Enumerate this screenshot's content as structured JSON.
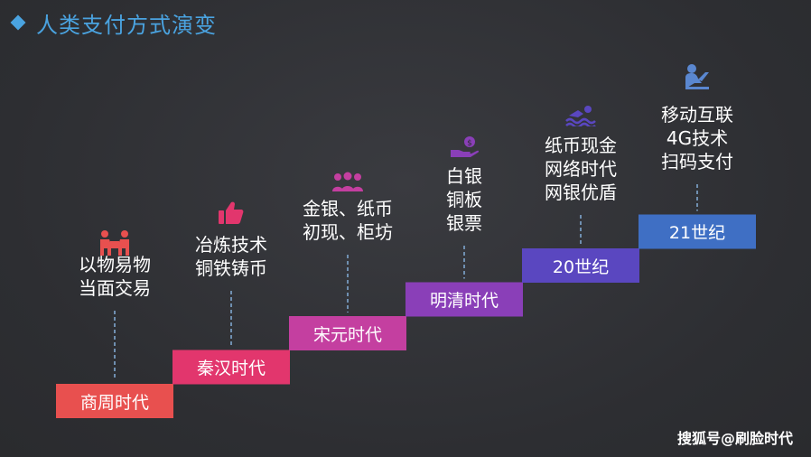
{
  "header": {
    "title": "人类支付方式演变"
  },
  "colors": {
    "title": "#4aa3e0",
    "background": "#2e2f33",
    "dashed_line": "#6f8fb0"
  },
  "steps": [
    {
      "label": "商周时代",
      "color": "#e8504f",
      "shade": "#b93b3a",
      "lines": [
        "以物易物",
        "当面交易"
      ],
      "icon": "people-trade-icon",
      "icon_color": "#e8504f"
    },
    {
      "label": "秦汉时代",
      "color": "#e2366d",
      "shade": "#b52957",
      "lines": [
        "冶炼技术",
        "铜铁铸币"
      ],
      "icon": "thumbs-up-icon",
      "icon_color": "#e2366d"
    },
    {
      "label": "宋元时代",
      "color": "#c43fa0",
      "shade": "#9b327e",
      "lines": [
        "金银、纸币",
        "初现、柜坊"
      ],
      "icon": "group-icon",
      "icon_color": "#c43fa0"
    },
    {
      "label": "明清时代",
      "color": "#8a3fb8",
      "shade": "#6c3190",
      "lines": [
        "白银",
        "铜板",
        "银票"
      ],
      "icon": "money-hand-icon",
      "icon_color": "#8a3fb8"
    },
    {
      "label": "20世纪",
      "color": "#5a47c0",
      "shade": "#45379a",
      "lines": [
        "纸币现金",
        "网络时代",
        "网银优盾"
      ],
      "icon": "swimmer-icon",
      "icon_color": "#5a47c0"
    },
    {
      "label": "21世纪",
      "color": "#3f6fc4",
      "shade": "#30579c",
      "lines": [
        "移动互联",
        "4G技术",
        "扫码支付"
      ],
      "icon": "person-laptop-icon",
      "icon_color": "#5a87d0"
    }
  ],
  "watermark": "搜狐号@刷脸时代"
}
